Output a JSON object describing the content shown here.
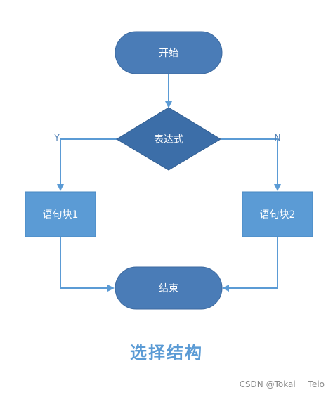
{
  "nodes": {
    "start": {
      "label": "开始"
    },
    "condition": {
      "label": "表达式"
    },
    "block1": {
      "label": "语句块1"
    },
    "block2": {
      "label": "语句块2"
    },
    "end": {
      "label": "结束"
    }
  },
  "branches": {
    "yes": "Y",
    "no": "N"
  },
  "title": "选择结构",
  "watermark": "CSDN @Tokai___Teio",
  "colors": {
    "terminal_fill": "#4a7cb7",
    "decision_fill": "#3c6ea8",
    "block_fill": "#5b9bd5",
    "line": "#5b9bd5",
    "title": "#5b9bd5"
  }
}
